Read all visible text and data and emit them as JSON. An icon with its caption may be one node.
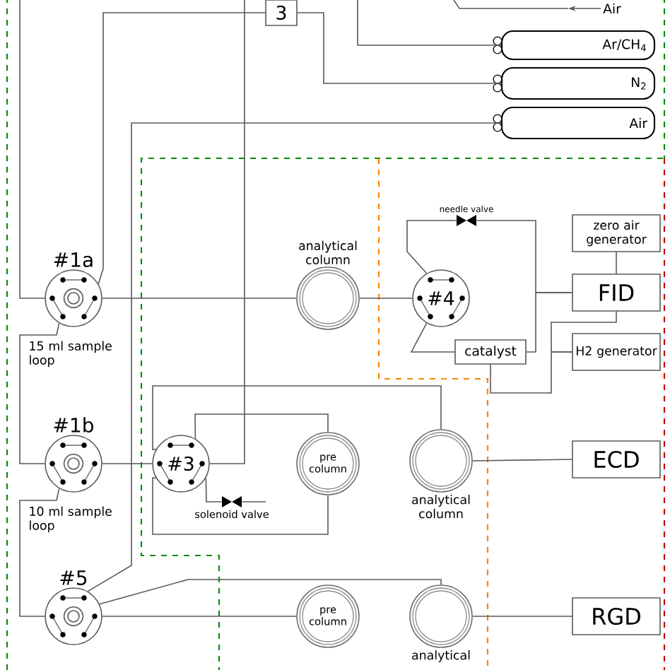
{
  "diagram": {
    "nodes": [
      {
        "text": [
          "3"
        ]
      },
      {
        "text": [
          "Ar/CH$_{4}$"
        ]
      },
      {
        "text": [
          "N$_{2}$"
        ]
      },
      {
        "text": [
          "Air"
        ]
      },
      {
        "text": [
          "#1a"
        ],
        "beside": [
          "15 ml sample loop"
        ]
      },
      {
        "text": [
          "analytical column"
        ]
      },
      {
        "text": [
          "#4"
        ]
      },
      {
        "text": [
          "zero air generator"
        ]
      },
      {
        "text": [
          "FID"
        ]
      },
      {
        "text": [
          "catalyst"
        ]
      },
      {
        "text": [
          "H2 generator"
        ]
      },
      {
        "text": [
          "#1b"
        ],
        "beside": [
          "10 ml sample loop"
        ]
      },
      {
        "text": [
          "#3"
        ]
      },
      {
        "text": [
          "pre column"
        ]
      },
      {
        "text": [
          "analytical column"
        ]
      },
      {
        "text": [
          "ECD"
        ]
      },
      {
        "text": [
          "#5"
        ]
      },
      {
        "text": [
          "pre column"
        ]
      },
      {
        "text": [
          "analytical"
        ]
      },
      {
        "text": [
          "RGD"
        ]
      },
      {
        "text": [
          "Air"
        ]
      },
      {
        "text": [
          "needle valve"
        ]
      },
      {
        "text": [
          "solenoid valve"
        ]
      }
    ],
    "edges": [
      {
        "from": 2,
        "to": 0,
        "arrow": "none"
      },
      {
        "from": 0,
        "to": 4,
        "arrow": "none"
      },
      {
        "from": 3,
        "to": 16,
        "arrow": "none"
      },
      {
        "from": null,
        "to": 4,
        "arrow": "none"
      },
      {
        "from": 4,
        "to": 11,
        "arrow": "none"
      },
      {
        "from": 4,
        "to": 5,
        "arrow": "none"
      },
      {
        "from": 5,
        "to": 6,
        "arrow": "none"
      },
      {
        "from": 6,
        "to": 21,
        "arrow": "none"
      },
      {
        "from": 6,
        "to": 9,
        "arrow": "none"
      },
      {
        "from": 9,
        "to": 8,
        "arrow": "none"
      },
      {
        "from": 10,
        "to": 9,
        "arrow": "none"
      },
      {
        "from": 8,
        "to": 10,
        "arrow": "none"
      },
      {
        "from": 7,
        "to": 8,
        "arrow": "none"
      },
      {
        "from": 11,
        "to": 12,
        "arrow": "none"
      },
      {
        "from": 11,
        "to": 16,
        "arrow": "none"
      },
      {
        "from": null,
        "to": 12,
        "arrow": "none"
      },
      {
        "from": 12,
        "to": 13,
        "arrow": "none"
      },
      {
        "from": 12,
        "to": 14,
        "arrow": "none"
      },
      {
        "from": 12,
        "to": 13,
        "arrow": "none"
      },
      {
        "from": 12,
        "to": 22,
        "arrow": "none"
      },
      {
        "from": 14,
        "to": 15,
        "arrow": "none"
      },
      {
        "from": 16,
        "to": 17,
        "arrow": "none"
      },
      {
        "from": 16,
        "to": 18,
        "arrow": "none"
      },
      {
        "from": 18,
        "to": 19,
        "arrow": "none"
      },
      {
        "from": 20,
        "to": null,
        "arrow": "to"
      },
      {
        "from": 1,
        "to": null,
        "arrow": "none"
      },
      {
        "from": 21,
        "to": 8,
        "arrow": "none"
      },
      {
        "from": 22,
        "to": null,
        "arrow": "none"
      }
    ]
  }
}
